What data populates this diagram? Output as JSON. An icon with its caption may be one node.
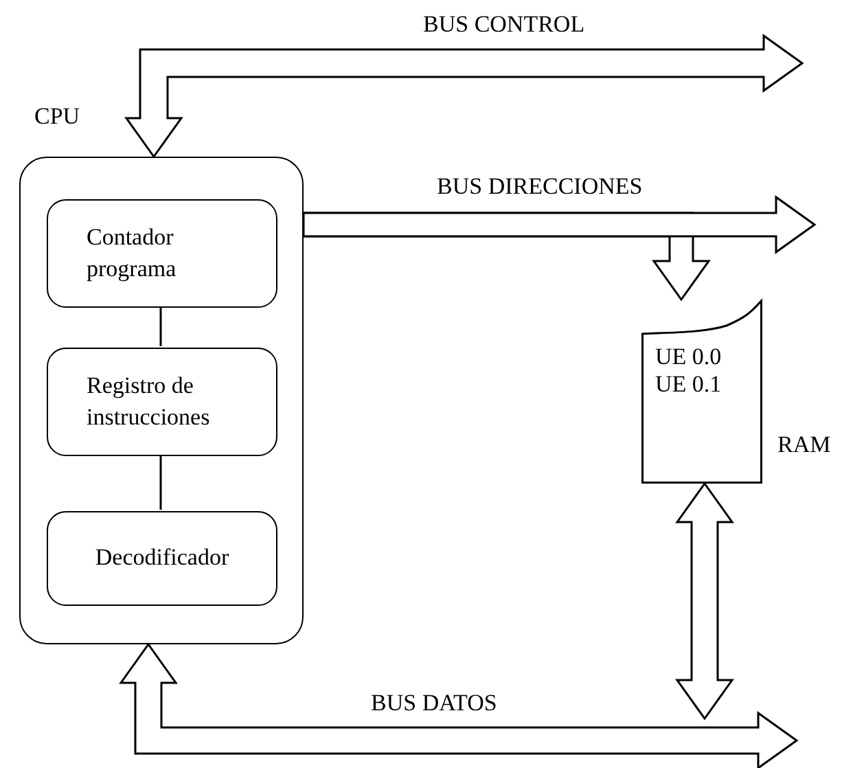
{
  "diagram": {
    "nodes": [
      {
        "text": [
          "CPU"
        ]
      },
      {
        "text": [
          "Contador programa"
        ],
        "in": 0
      },
      {
        "text": [
          "Registro de instrucciones"
        ],
        "in": 0
      },
      {
        "text": [
          "Decodificador"
        ],
        "in": 0
      },
      {
        "text": [
          "UE 0.0",
          "UE 0.1"
        ],
        "beside": [
          "RAM"
        ]
      }
    ],
    "edges": [
      {
        "from": 0,
        "to": null,
        "arrow": "both",
        "label": "BUS CONTROL",
        "style": "thick"
      },
      {
        "from": 0,
        "to": null,
        "arrow": "to",
        "label": "BUS DIRECCIONES",
        "style": "thick"
      },
      {
        "from": 0,
        "to": 4,
        "arrow": "to",
        "style": "thick"
      },
      {
        "from": 0,
        "to": null,
        "arrow": "both",
        "label": "BUS DATOS",
        "style": "thick"
      },
      {
        "from": 4,
        "to": null,
        "arrow": "both",
        "style": "thick"
      },
      {
        "from": 1,
        "to": 2,
        "arrow": "none"
      },
      {
        "from": 2,
        "to": 3,
        "arrow": "none"
      }
    ]
  }
}
